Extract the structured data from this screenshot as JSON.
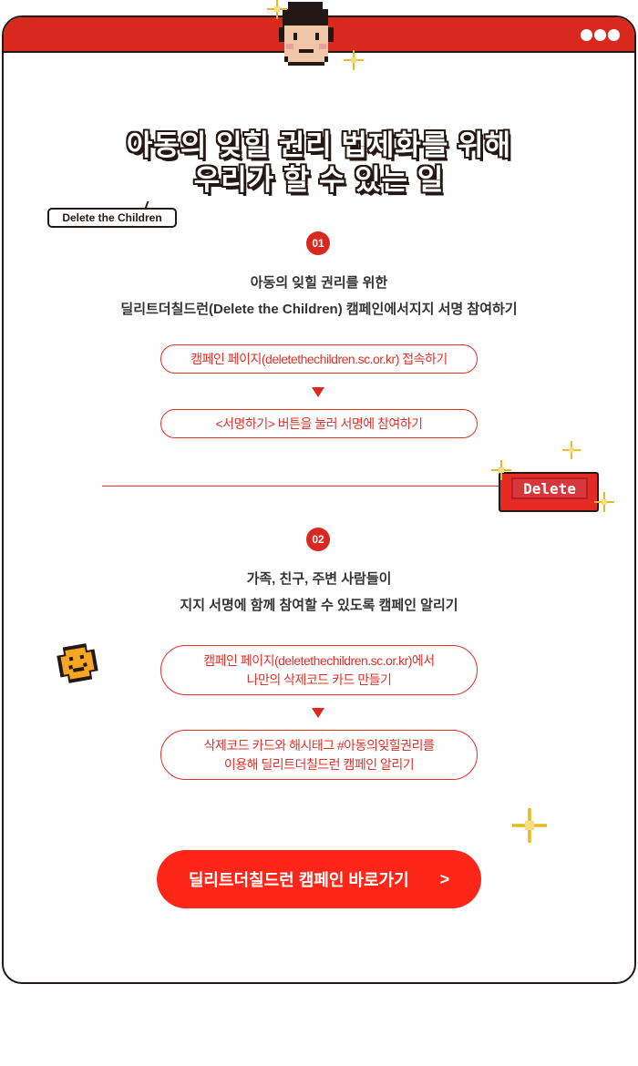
{
  "header": {
    "menu_dots_icon": "three-dots-icon"
  },
  "title": {
    "line1": "아동의 잊힐 권리 법제화를 위해",
    "line2": "우리가 할 수 있는 일"
  },
  "badge": "Delete the Children",
  "steps": [
    {
      "number": "01",
      "desc_line1": "아동의 잊힐 권리를 위한",
      "desc_line2": "딜리트더칠드런(Delete the Children) 캠페인에서지지 서명 참여하기",
      "actions": [
        {
          "lines": [
            "캠페인 페이지(deletethechildren.sc.or.kr) 접속하기"
          ]
        },
        {
          "lines": [
            "<서명하기> 버튼을 눌러 서명에 참여하기"
          ]
        }
      ]
    },
    {
      "number": "02",
      "desc_line1": "가족, 친구, 주변 사람들이",
      "desc_line2": "지지 서명에 함께 참여할 수 있도록 캠페인 알리기",
      "actions": [
        {
          "lines": [
            "캠페인 페이지(deletethechildren.sc.or.kr)에서",
            "나만의 삭제코드 카드 만들기"
          ]
        },
        {
          "lines": [
            "삭제코드 카드와 해시태그 #아동의잊힐권리를",
            "이용해 딜리트더칠드런 캠페인 알리기"
          ]
        }
      ]
    }
  ],
  "delete_key": "Delete",
  "cta": {
    "label": "딜리트더칠드런 캠페인 바로가기",
    "arrow": ">"
  },
  "colors": {
    "red": "#d9291f",
    "cta": "#fe2618",
    "outline": "#231815",
    "sparkle": "#e8b81c"
  }
}
